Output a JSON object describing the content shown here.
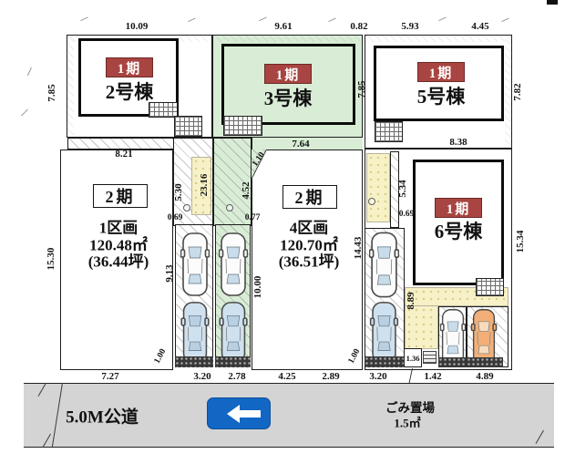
{
  "phases": {
    "p1": "1期",
    "p2": "2期"
  },
  "buildings": {
    "b2": "2号棟",
    "b3": "3号棟",
    "b5": "5号棟",
    "b6": "6号棟"
  },
  "lots": {
    "lot1": {
      "name": "1区画",
      "area": "120.48㎡",
      "tsubo": "(36.44坪)"
    },
    "lot4": {
      "name": "4区画",
      "area": "120.70㎡",
      "tsubo": "(36.51坪)"
    }
  },
  "road": {
    "label": "5.0M公道"
  },
  "garbage": {
    "name": "ごみ置場",
    "size": "1.5㎡",
    "width": "1.36"
  },
  "colors": {
    "phase_badge": "#a84441",
    "plot_green": "#d9edd6",
    "approach_yellow": "#f6f1c6",
    "sign_blue": "#1367c4",
    "road_gray": "#d4d4d4"
  },
  "dims": {
    "top": [
      "10.09",
      "9.61",
      "0.82",
      "5.93",
      "4.45"
    ],
    "left": [
      "7.85",
      "15.30"
    ],
    "right": [
      "7.82",
      "15.34"
    ],
    "vertical": [
      "5.30",
      "23.16",
      "4.52",
      "7.85",
      "5.34",
      "14.43",
      "9.13",
      "10.00",
      "8.89"
    ],
    "small": [
      "0.69",
      "0.77",
      "0.69"
    ],
    "diag": [
      "1.10",
      "1.00",
      "1.00"
    ],
    "mid": [
      "8.21",
      "7.64",
      "8.38"
    ],
    "bottom": [
      "7.27",
      "3.20",
      "2.78",
      "4.25",
      "2.89",
      "3.20",
      "1.42",
      "4.89"
    ]
  }
}
